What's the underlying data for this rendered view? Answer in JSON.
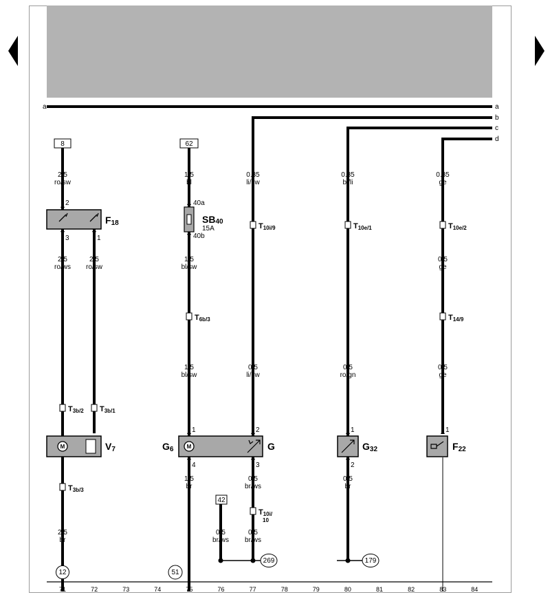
{
  "navigation": {
    "prev_icon": "triangle-left",
    "next_icon": "triangle-right"
  },
  "bus_lines": [
    "a",
    "b",
    "c",
    "d"
  ],
  "grid_numbers": [
    "71",
    "72",
    "73",
    "74",
    "75",
    "76",
    "77",
    "78",
    "79",
    "80",
    "81",
    "82",
    "83",
    "84"
  ],
  "components": {
    "F18": {
      "main": "F",
      "sub": "18"
    },
    "SB40": {
      "main": "SB",
      "sub": "40",
      "rating": "15A"
    },
    "V7": {
      "main": "V",
      "sub": "7"
    },
    "G6": {
      "main": "G",
      "sub": "6"
    },
    "G": {
      "main": "G"
    },
    "G32": {
      "main": "G",
      "sub": "32"
    },
    "F22": {
      "main": "F",
      "sub": "22"
    }
  },
  "connectors": {
    "T3b2": {
      "main": "T",
      "sub": "3b/2"
    },
    "T3b1": {
      "main": "T",
      "sub": "3b/1"
    },
    "T3b3": {
      "main": "T",
      "sub": "3b/3"
    },
    "T6b3": {
      "main": "T",
      "sub": "6b/3"
    },
    "T10i9": {
      "main": "T",
      "sub": "10i/9"
    },
    "T10i10": {
      "main": "T",
      "sub": "10i/",
      "sub2": "10"
    },
    "T10e1": {
      "main": "T",
      "sub": "10e/1"
    },
    "T10e2": {
      "main": "T",
      "sub": "10e/2"
    },
    "T149": {
      "main": "T",
      "sub": "14/9"
    }
  },
  "wires": {
    "w1": [
      "2.5",
      "ro/sw"
    ],
    "w2": [
      "2.5",
      "ro/ws"
    ],
    "w3": [
      "2.5",
      "ro/sw"
    ],
    "w4": [
      "2.5",
      "br"
    ],
    "w5": [
      "1.5",
      "bl"
    ],
    "w6": [
      "1.5",
      "bl/sw"
    ],
    "w7": [
      "1.5",
      "bl/sw"
    ],
    "w8": [
      "1.5",
      "br"
    ],
    "w9": [
      "0.5",
      "br/ws"
    ],
    "w10": [
      "0.35",
      "li/sw"
    ],
    "w11": [
      "0.5",
      "li/sw"
    ],
    "w12": [
      "0.5",
      "br/ws"
    ],
    "w13": [
      "0.5",
      "br/ws"
    ],
    "w14": [
      "0.35",
      "bl/li"
    ],
    "w15": [
      "0.5",
      "ro/gn"
    ],
    "w16": [
      "0.5",
      "br"
    ],
    "w17": [
      "0.35",
      "ge"
    ],
    "w18": [
      "0.5",
      "ge"
    ],
    "w19": [
      "0.5",
      "ge"
    ]
  },
  "pins": {
    "f18_2": "2",
    "f18_3": "3",
    "f18_1": "1",
    "sb_40a": "40a",
    "sb_40b": "40b",
    "g6_1": "1",
    "g6_4": "4",
    "g_2": "2",
    "g_3": "3",
    "g32_1": "1",
    "g32_2": "2",
    "f22_1": "1"
  },
  "refs": {
    "box8": "8",
    "box62": "62",
    "box42": "42",
    "c12": "12",
    "c51": "51",
    "c269": "269",
    "c179": "179"
  }
}
